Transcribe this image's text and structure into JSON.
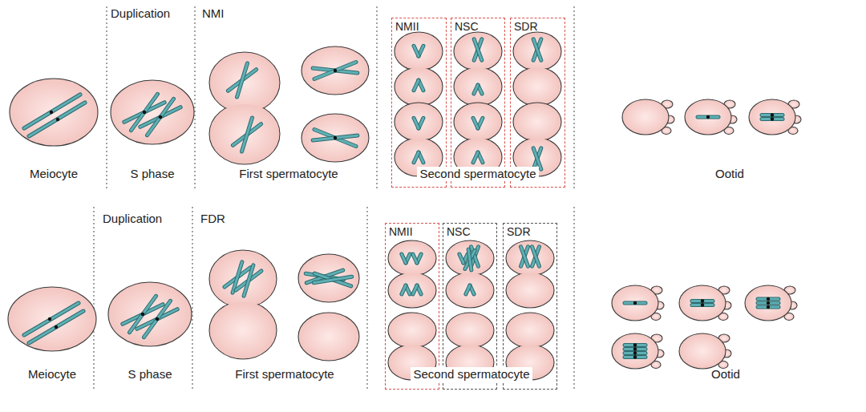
{
  "diagram": {
    "nodes": [
      {
        "text": [
          "NMII"
        ]
      },
      {
        "text": [
          "NSC"
        ]
      },
      {
        "text": [
          "SDR"
        ]
      },
      {
        "text": [
          "NMII"
        ]
      },
      {
        "text": [
          "NSC"
        ]
      },
      {
        "text": [
          "SDR"
        ]
      }
    ],
    "labels": [
      "Duplication",
      "NMI",
      "Meiocyte",
      "S phase",
      "First spermatocyte",
      "Second spermatocyte",
      "Ootid",
      "Duplication",
      "FDR",
      "Meiocyte",
      "S phase",
      "First spermatocyte",
      "Second spermatocyte",
      "Ootid"
    ]
  }
}
